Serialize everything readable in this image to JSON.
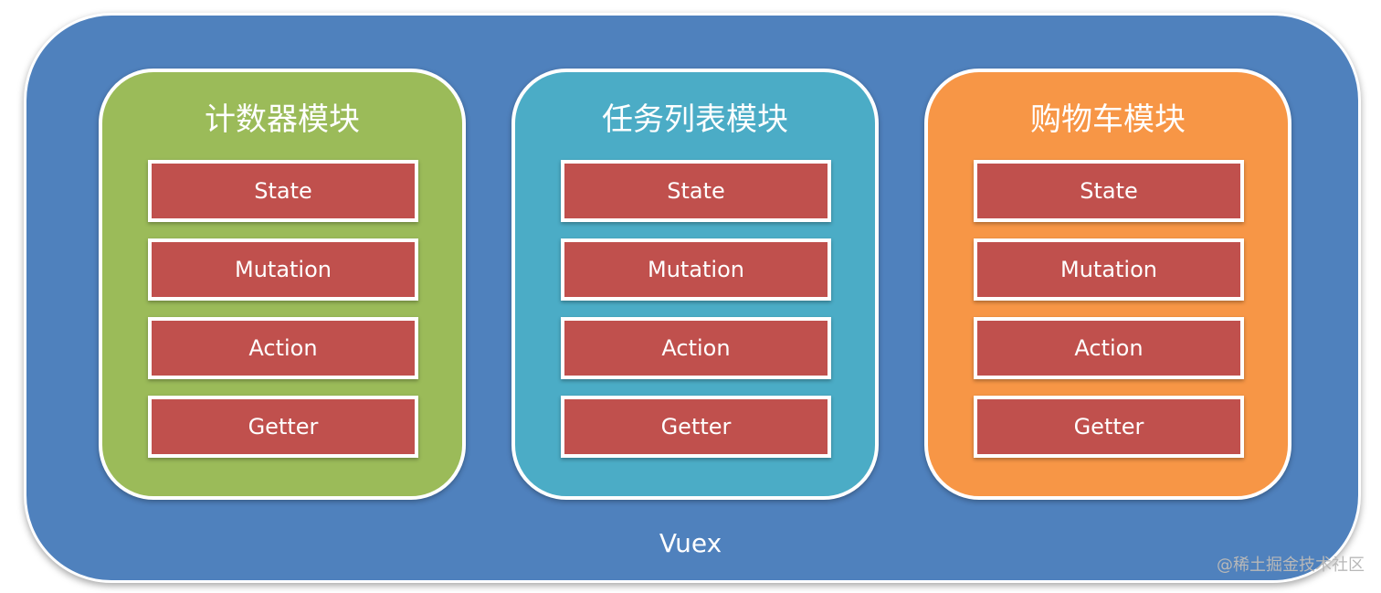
{
  "container": {
    "label": "Vuex",
    "color": "#4f81bd"
  },
  "modules": [
    {
      "title": "计数器模块",
      "color": "#9bbb59",
      "parts": [
        "State",
        "Mutation",
        "Action",
        "Getter"
      ]
    },
    {
      "title": "任务列表模块",
      "color": "#4bacc6",
      "parts": [
        "State",
        "Mutation",
        "Action",
        "Getter"
      ]
    },
    {
      "title": "购物车模块",
      "color": "#f79646",
      "parts": [
        "State",
        "Mutation",
        "Action",
        "Getter"
      ]
    }
  ],
  "part_color": "#c0504d",
  "watermark": "@稀土掘金技术社区"
}
